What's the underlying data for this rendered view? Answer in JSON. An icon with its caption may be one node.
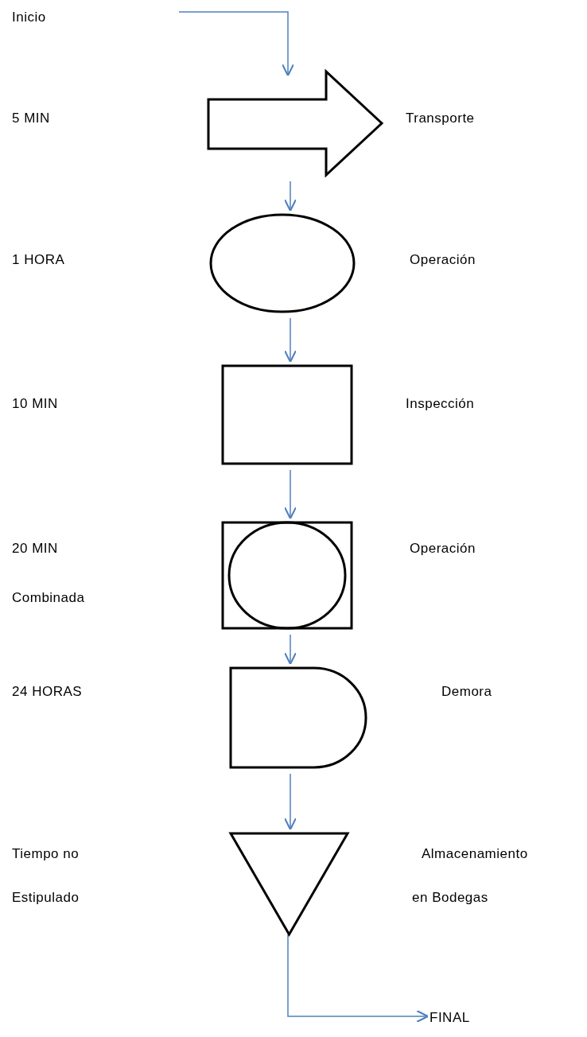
{
  "diagram": {
    "nodes": [
      {
        "text": [],
        "shape": "arrow"
      },
      {
        "text": [],
        "shape": "circle"
      },
      {
        "text": [],
        "shape": "box"
      },
      {
        "text": [],
        "shape": "box"
      },
      {
        "text": [],
        "shape": "delay"
      },
      {
        "text": [],
        "shape": "triangle"
      },
      {
        "text": [
          "FINAL"
        ]
      }
    ],
    "edges": [
      {
        "from": null,
        "to": 0,
        "arrow": "to"
      },
      {
        "from": 0,
        "to": 1,
        "arrow": "to"
      },
      {
        "from": 1,
        "to": 2,
        "arrow": "to"
      },
      {
        "from": 2,
        "to": 3,
        "arrow": "to"
      },
      {
        "from": 3,
        "to": 4,
        "arrow": "to"
      },
      {
        "from": 4,
        "to": 5,
        "arrow": "to"
      },
      {
        "from": 5,
        "to": 6,
        "arrow": "to"
      }
    ],
    "labels": [
      "Inicio",
      "5 MIN",
      "Transporte",
      "1 HORA",
      "Operación",
      "10 MIN",
      "Inspección",
      "20 MIN",
      "Operación",
      "Combinada",
      "24 HORAS",
      "Demora",
      "Tiempo no Estipulado",
      "Almacenamiento en Bodegas"
    ]
  }
}
